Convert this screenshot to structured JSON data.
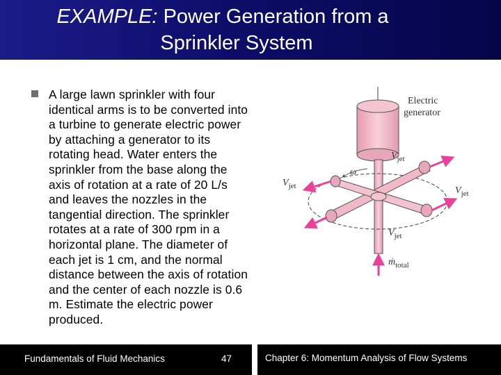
{
  "slide": {
    "title_prefix": "EXAMPLE:",
    "title_rest": "Power Generation from a",
    "title_line2": "Sprinkler System",
    "body_lines": [
      "A large lawn sprinkler with four",
      "identical arms is to be converted into",
      "a turbine to generate electric power",
      "by attaching a generator to its",
      "rotating head. Water enters the",
      "sprinkler from the base along the",
      "axis of rotation at a rate of 20 L/s",
      "and leaves the nozzles in the",
      "tangential direction. The sprinkler",
      "rotates at a rate of 300 rpm in a",
      "horizontal plane. The diameter of",
      "each jet is 1 cm, and the normal",
      "distance between the axis of rotation",
      "and the center of each nozzle is 0.6",
      "m. Estimate the electric power",
      "produced."
    ]
  },
  "figure": {
    "label_electric": "Electric",
    "label_generator": "generator",
    "label_vjet": "V",
    "label_jet_sub": "jet",
    "label_omega": "ω",
    "label_mdot": "ṁ",
    "label_total_sub": "total"
  },
  "footer": {
    "left": "Fundamentals of Fluid Mechanics",
    "page": "47",
    "right": "Chapter 6: Momentum Analysis of Flow Systems"
  },
  "colors": {
    "title_bg": "#0e0e6a",
    "pink": "#f0b8c8",
    "magenta_arrow": "#e8429a"
  }
}
